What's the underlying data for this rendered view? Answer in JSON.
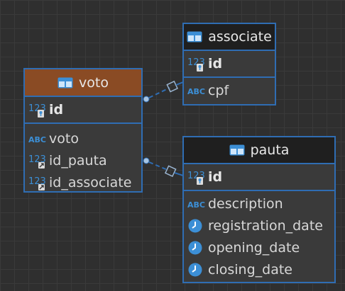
{
  "colors": {
    "accent": "#2f6db3",
    "voto_header": "#8a4b24",
    "dark_header": "#1f1f1f"
  },
  "entities": {
    "voto": {
      "name": "voto",
      "pk": {
        "icon": "numeric-key-icon",
        "name": "id"
      },
      "columns": [
        {
          "icon": "text-abc-icon",
          "name": "voto"
        },
        {
          "icon": "numeric-fk-icon",
          "name": "id_pauta"
        },
        {
          "icon": "numeric-fk-icon",
          "name": "id_associate"
        }
      ]
    },
    "associate": {
      "name": "associate",
      "pk": {
        "icon": "numeric-key-icon",
        "name": "id"
      },
      "columns": [
        {
          "icon": "text-abc-icon",
          "name": "cpf"
        }
      ]
    },
    "pauta": {
      "name": "pauta",
      "pk": {
        "icon": "numeric-key-icon",
        "name": "id"
      },
      "columns": [
        {
          "icon": "text-abc-icon",
          "name": "description"
        },
        {
          "icon": "clock-icon",
          "name": "registration_date"
        },
        {
          "icon": "clock-icon",
          "name": "opening_date"
        },
        {
          "icon": "clock-icon",
          "name": "closing_date"
        }
      ]
    }
  }
}
